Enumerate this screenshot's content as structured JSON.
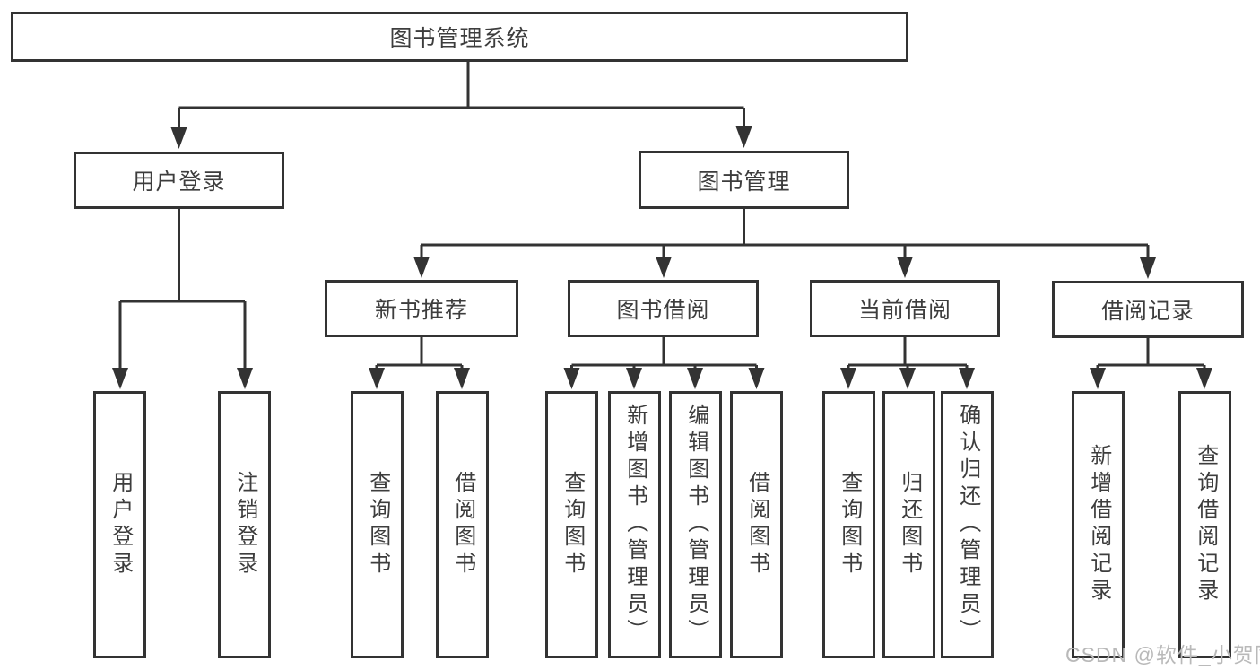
{
  "diagram": {
    "nodes": [
      {
        "id": "root",
        "label": "图书管理系统"
      },
      {
        "id": "user-login",
        "label": "用户登录"
      },
      {
        "id": "book-management",
        "label": "图书管理"
      },
      {
        "id": "new-book-recommend",
        "label": "新书推荐"
      },
      {
        "id": "book-borrowing",
        "label": "图书借阅"
      },
      {
        "id": "current-borrowing",
        "label": "当前借阅"
      },
      {
        "id": "borrowing-records",
        "label": "借阅记录"
      },
      {
        "id": "leaf-user-login",
        "label": "用户登录"
      },
      {
        "id": "leaf-logout",
        "label": "注销登录"
      },
      {
        "id": "leaf-query-books-1",
        "label": "查询图书"
      },
      {
        "id": "leaf-borrow-books-1",
        "label": "借阅图书"
      },
      {
        "id": "leaf-query-books-2",
        "label": "查询图书"
      },
      {
        "id": "leaf-add-books-admin",
        "label": "新增图书（管理员）"
      },
      {
        "id": "leaf-edit-books-admin",
        "label": "编辑图书（管理员）"
      },
      {
        "id": "leaf-borrow-books-2",
        "label": "借阅图书"
      },
      {
        "id": "leaf-query-books-3",
        "label": "查询图书"
      },
      {
        "id": "leaf-return-books",
        "label": "归还图书"
      },
      {
        "id": "leaf-confirm-return-admin",
        "label": "确认归还（管理员）"
      },
      {
        "id": "leaf-add-borrow-record",
        "label": "新增借阅记录"
      },
      {
        "id": "leaf-query-borrow-record",
        "label": "查询借阅记录"
      }
    ]
  },
  "watermark": "CSDN @软件_小贺同学",
  "colors": {
    "line": "#333333",
    "box_border": "#333333",
    "text": "#3d3d3d",
    "watermark": "#b9b9b9",
    "background": "#ffffff"
  }
}
